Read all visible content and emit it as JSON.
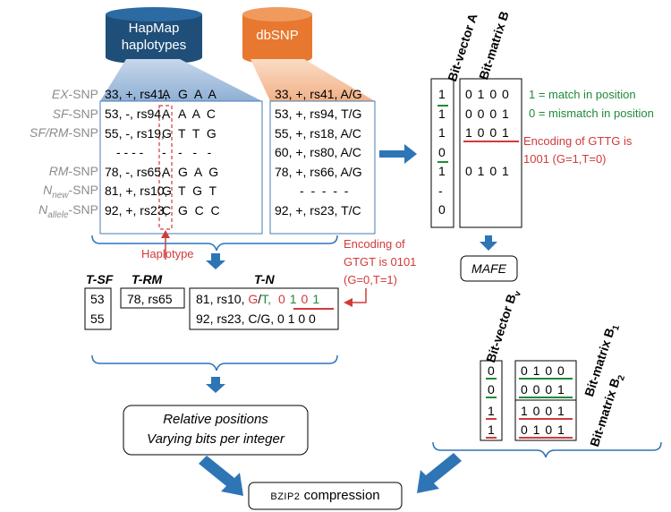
{
  "databases": {
    "hapmap": "HapMap haplotypes",
    "dbsnp": "dbSNP"
  },
  "snp_labels": [
    {
      "pre": "EX",
      "sub": "",
      "post": "-SNP"
    },
    {
      "pre": "SF",
      "sub": "",
      "post": "-SNP"
    },
    {
      "pre": "SF/RM",
      "sub": "",
      "post": "-SNP"
    },
    {
      "pre": "RM",
      "sub": "",
      "post": "-SNP"
    },
    {
      "pre": "N",
      "sub": "new",
      "post": "-SNP"
    },
    {
      "pre": "N",
      "sub": "allele",
      "post": "-SNP"
    }
  ],
  "hapmap_rows": [
    {
      "id": "33, +, rs41,",
      "first": "A",
      "rest": "G  A  A"
    },
    {
      "id": "53, -, rs94,",
      "first": "A",
      "rest": "A  A  C"
    },
    {
      "id": "55, -, rs19,",
      "first": "G",
      "rest": "T  T  G"
    },
    {
      "id": "- - - -",
      "first": "-",
      "rest": "-   -   -"
    },
    {
      "id": "78, -, rs65,",
      "first": "A",
      "rest": "G  A  G"
    },
    {
      "id": "81, +, rs10,",
      "first": "G",
      "rest": "T  G  T"
    },
    {
      "id": "92, +, rs23,",
      "first": "C",
      "rest": "G  C  C"
    }
  ],
  "dbsnp_rows": [
    "33, +, rs41, A/G",
    "53, +, rs94, T/G",
    "55, +, rs18, A/C",
    "60, +, rs80, A/C",
    "78, +, rs66, A/G",
    "-  -  -  -  -",
    "92, +, rs23, T/C"
  ],
  "haplotype_label": "Haplotype",
  "bit_vector_a": {
    "title": "Bit-vector A",
    "values": [
      "1",
      "1",
      "1",
      "0",
      "1",
      "-",
      "0"
    ]
  },
  "bit_matrix_b": {
    "title": "Bit-matrix B",
    "rows": [
      "0 1 0 0",
      "0 0 0 1",
      "1 0 0 1",
      "0 1 0 1"
    ]
  },
  "legend": {
    "match": "1 = match in position",
    "mismatch": "0 = mismatch in position"
  },
  "encoding_gttg": {
    "line1": "Encoding of GTTG is",
    "line2": "1001 (G=1,T=0)"
  },
  "encoding_gtgt": {
    "line1": "Encoding of",
    "line2": "GTGT is 0101",
    "line3": "(G=0,T=1)"
  },
  "mafe": "MAFE",
  "tables": {
    "tsf": {
      "title": "T-SF",
      "values": [
        "53",
        "55"
      ]
    },
    "trm": {
      "title": "T-RM",
      "value": "78, rs65"
    },
    "tn": {
      "title": "T-N",
      "row1_prefix": "81, rs10,",
      "row1_g": "G",
      "row1_slash": "/",
      "row1_t": "T,",
      "row1_bits": [
        "0",
        "1",
        "0",
        "1"
      ],
      "row2": "92, rs23, C/G, 0 1 0 0"
    }
  },
  "relative_box": {
    "line1": "Relative positions",
    "line2": "Varying bits per integer"
  },
  "compression": {
    "small": "BZIP2",
    "rest": " compression"
  },
  "bit_vector_bv": {
    "title": "Bit-vector B",
    "sub": "v",
    "values": [
      "0",
      "0",
      "1",
      "1"
    ]
  },
  "bit_matrix_b1": {
    "title": "Bit-matrix B",
    "sub": "1",
    "rows": [
      "0 1 0 0",
      "0 0 0 1"
    ]
  },
  "bit_matrix_b2": {
    "title": "Bit-matrix B",
    "sub": "2",
    "rows": [
      "1 0 0 1",
      "0 1 0 1"
    ]
  },
  "colors": {
    "navy": "#1f4e79",
    "orange": "#e8782f",
    "blue_arrow": "#2e75b6",
    "green": "#1f8a3a",
    "red": "#d23a3a",
    "grey": "#8c8c8c"
  }
}
